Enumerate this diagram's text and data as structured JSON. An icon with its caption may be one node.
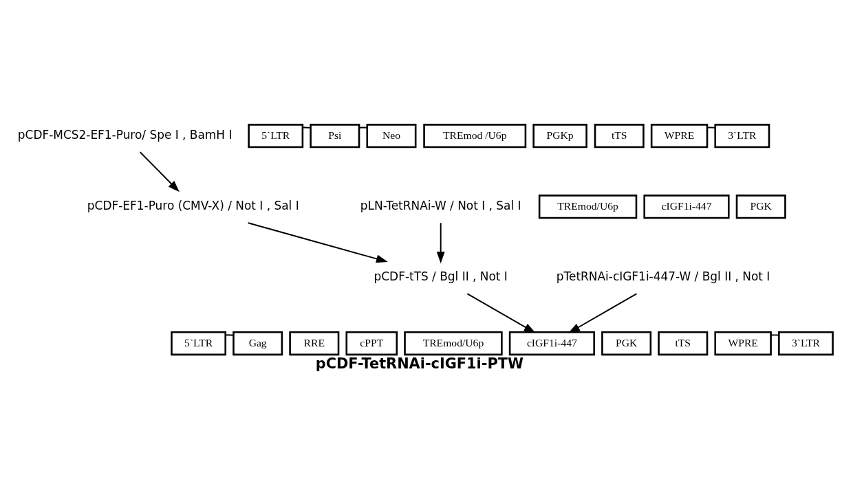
{
  "diagram": {
    "caption": "pCDF-TetRNAi-cIGF1i-PTW",
    "nodes": [
      {
        "text": [
          "pCDF-MCS2-EF1-Puro/ Spe I , BamH I"
        ]
      },
      {
        "text": [
          "5`LTR"
        ]
      },
      {
        "text": [
          "Psi"
        ]
      },
      {
        "text": [
          "Neo"
        ]
      },
      {
        "text": [
          "TREmod /U6p"
        ]
      },
      {
        "text": [
          "PGKp"
        ]
      },
      {
        "text": [
          "tTS"
        ]
      },
      {
        "text": [
          "WPRE"
        ]
      },
      {
        "text": [
          "3`LTR"
        ]
      },
      {
        "text": [
          "pCDF-EF1-Puro (CMV-X) / Not I , Sal I"
        ]
      },
      {
        "text": [
          "pLN-TetRNAi-W / Not I , Sal I"
        ]
      },
      {
        "text": [
          "TREmod/U6p"
        ]
      },
      {
        "text": [
          "cIGF1i-447"
        ]
      },
      {
        "text": [
          "PGK"
        ]
      },
      {
        "text": [
          "pCDF-tTS / Bgl II , Not I"
        ]
      },
      {
        "text": [
          "pTetRNAi-cIGF1i-447-W / Bgl II , Not I"
        ]
      },
      {
        "text": [
          "5`LTR"
        ]
      },
      {
        "text": [
          "Gag"
        ]
      },
      {
        "text": [
          "RRE"
        ]
      },
      {
        "text": [
          "cPPT"
        ]
      },
      {
        "text": [
          "TREmod/U6p"
        ]
      },
      {
        "text": [
          "cIGF1i-447"
        ]
      },
      {
        "text": [
          "PGK"
        ]
      },
      {
        "text": [
          "tTS"
        ]
      },
      {
        "text": [
          "WPRE"
        ]
      },
      {
        "text": [
          "3`LTR"
        ]
      }
    ],
    "edges": [
      {
        "from": 0,
        "to": 9,
        "arrow": "to"
      },
      {
        "from": 1,
        "to": 2,
        "arrow": "none"
      },
      {
        "from": 2,
        "to": 3,
        "arrow": "none"
      },
      {
        "from": 7,
        "to": 8,
        "arrow": "none"
      },
      {
        "from": 9,
        "to": 14,
        "arrow": "to"
      },
      {
        "from": 10,
        "to": 14,
        "arrow": "to"
      },
      {
        "from": 14,
        "to": 21,
        "arrow": "to"
      },
      {
        "from": 15,
        "to": 21,
        "arrow": "to"
      },
      {
        "from": 16,
        "to": 17,
        "arrow": "none"
      },
      {
        "from": 24,
        "to": 25,
        "arrow": "none"
      }
    ]
  }
}
